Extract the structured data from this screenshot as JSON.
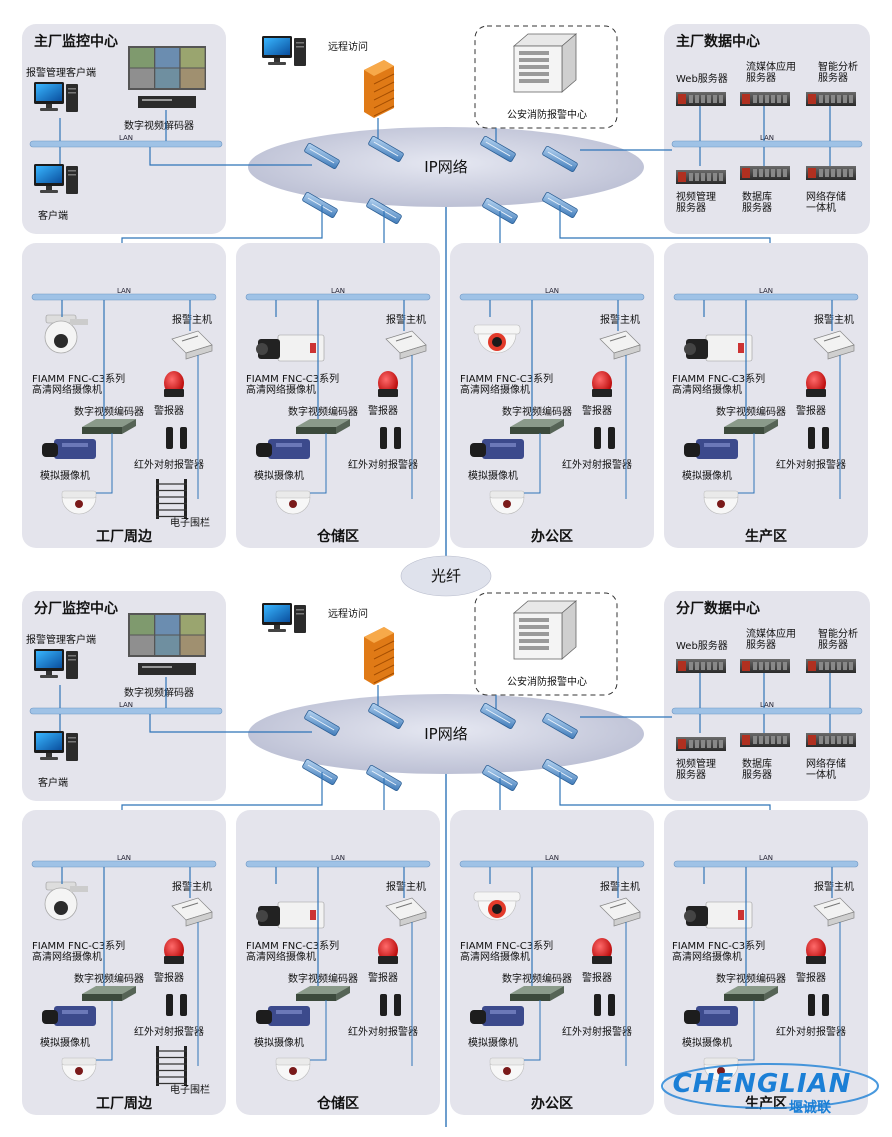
{
  "colors": {
    "panel": "#e4e4ec",
    "lan_bar": "#9fc2e6",
    "cloud": "#c9ccde",
    "link": "#2f74b8",
    "fiber": "#dfe2ec",
    "logo_blue": "#1b7fd6"
  },
  "labels": {
    "lan": "LAN",
    "ip_network": "IP网络",
    "fiber": "光纤",
    "remote_access": "远程访问",
    "police_center": "公安消防报警中心",
    "alarm_client": "报警管理客户端",
    "video_decoder": "数字视频解码器",
    "client": "客户端",
    "web_server": "Web服务器",
    "streaming_server": [
      "流媒体应用",
      "服务器"
    ],
    "analytics_server": [
      "智能分析",
      "服务器"
    ],
    "vms_server": [
      "视频管理",
      "服务器"
    ],
    "db_server": [
      "数据库",
      "服务器"
    ],
    "storage": [
      "网络存储",
      "一体机"
    ],
    "alarm_host": "报警主机",
    "camera_model": [
      "FIAMM FNC-C3系列",
      "高清网络摄像机"
    ],
    "video_encoder": "数字视频编码器",
    "siren": "警报器",
    "analog_camera": "模拟摄像机",
    "ir_detector": "红外对射报警器",
    "electric_fence": "电子围栏"
  },
  "sections": [
    {
      "monitor_title": "主厂监控中心",
      "data_title": "主厂数据中心",
      "zones": [
        "工厂周边",
        "仓储区",
        "办公区",
        "生产区"
      ]
    },
    {
      "monitor_title": "分厂监控中心",
      "data_title": "分厂数据中心",
      "zones": [
        "工厂周边",
        "仓储区",
        "办公区",
        "生产区"
      ]
    }
  ],
  "watermark": {
    "brand": "CHENGLIAN",
    "brand_cn": "堰诚联"
  },
  "icons": [
    "monitor-icon",
    "decoder-icon",
    "firewall-icon",
    "server-icon",
    "switch-icon",
    "dome-camera-icon",
    "box-camera-icon",
    "encoder-icon",
    "alarm-host-icon",
    "siren-icon",
    "ir-beam-icon",
    "fence-icon",
    "ptz-camera-icon"
  ]
}
